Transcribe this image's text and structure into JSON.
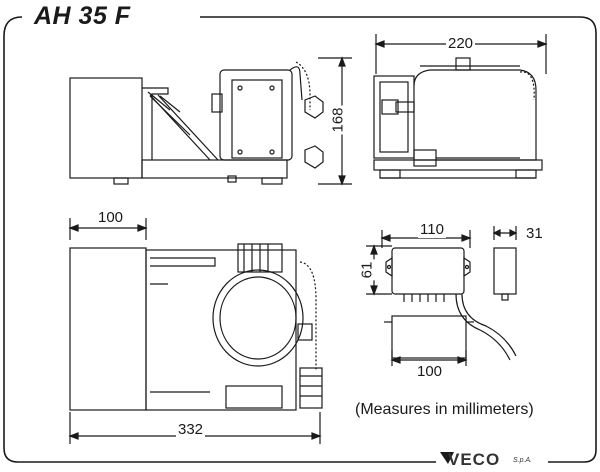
{
  "title": "AH 35 F",
  "dimensions": {
    "top_right_width": "220",
    "side_height": "168",
    "bottom_left_width": "100",
    "box_width": "110",
    "box_depth": "31",
    "box_height": "61",
    "bracket_width": "100",
    "overall_length": "332"
  },
  "note": "(Measures in millimeters)",
  "logo": {
    "brand": "VECO",
    "suffix": "S.p.A."
  },
  "colors": {
    "line": "#1a1a1a",
    "frame": "#222222",
    "background": "#ffffff"
  }
}
